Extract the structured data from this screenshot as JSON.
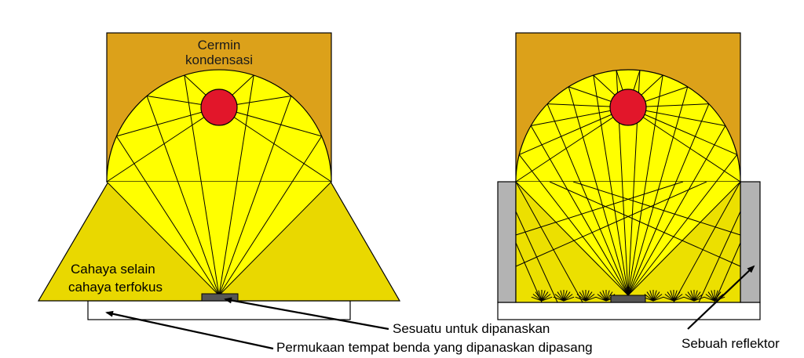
{
  "labels": {
    "mirror_line1": "Cermin",
    "mirror_line2": "kondensasi",
    "other_light_line1": "Cahaya selain",
    "other_light_line2": "cahaya terfokus",
    "heated_object": "Sesuatu untuk dipanaskan",
    "surface": "Permukaan tempat benda yang dipanaskan dipasang",
    "reflector": "Sebuah reflektor"
  },
  "colors": {
    "mirror_orange": "#dca11a",
    "light_yellow": "#ffff00",
    "side_light": "#e9d800",
    "reflected_light": "#ece000",
    "lamp_red": "#e2162a",
    "reflector_grey": "#b3b3b3",
    "object_grey": "#555555",
    "outline": "#000000"
  }
}
